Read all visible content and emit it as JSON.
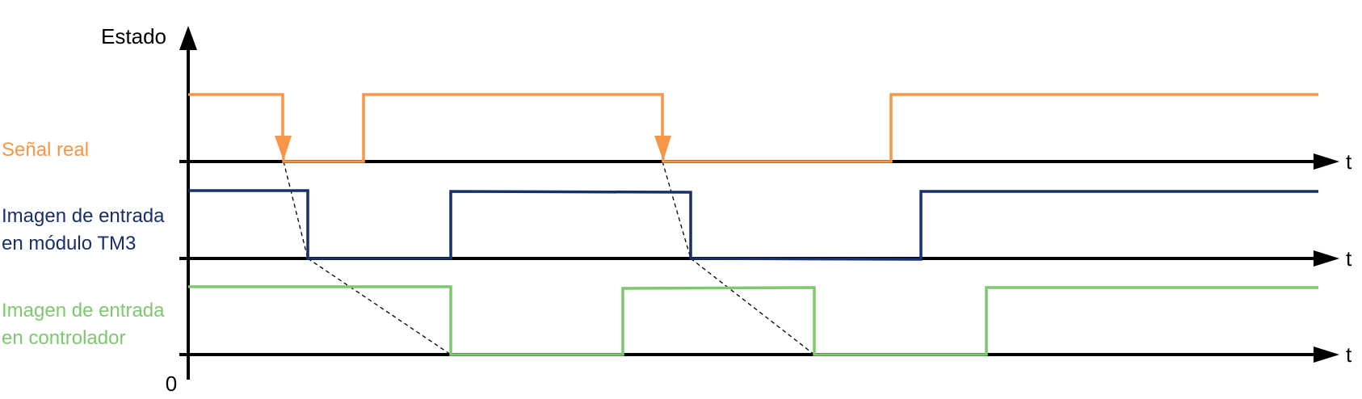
{
  "y_axis_label": "Estado",
  "origin_label": "0",
  "time_axis_label": "t",
  "colors": {
    "real": "#F79646",
    "tm3": "#17306B",
    "controller": "#7DC96E",
    "axis": "#000000",
    "delay_line": "#000000"
  },
  "signals": [
    {
      "id": "real",
      "label_lines": [
        "Señal real"
      ]
    },
    {
      "id": "tm3",
      "label_lines": [
        "Imagen de entrada",
        "en módulo TM3"
      ]
    },
    {
      "id": "controller",
      "label_lines": [
        "Imagen de entrada",
        "en controlador"
      ]
    }
  ]
}
